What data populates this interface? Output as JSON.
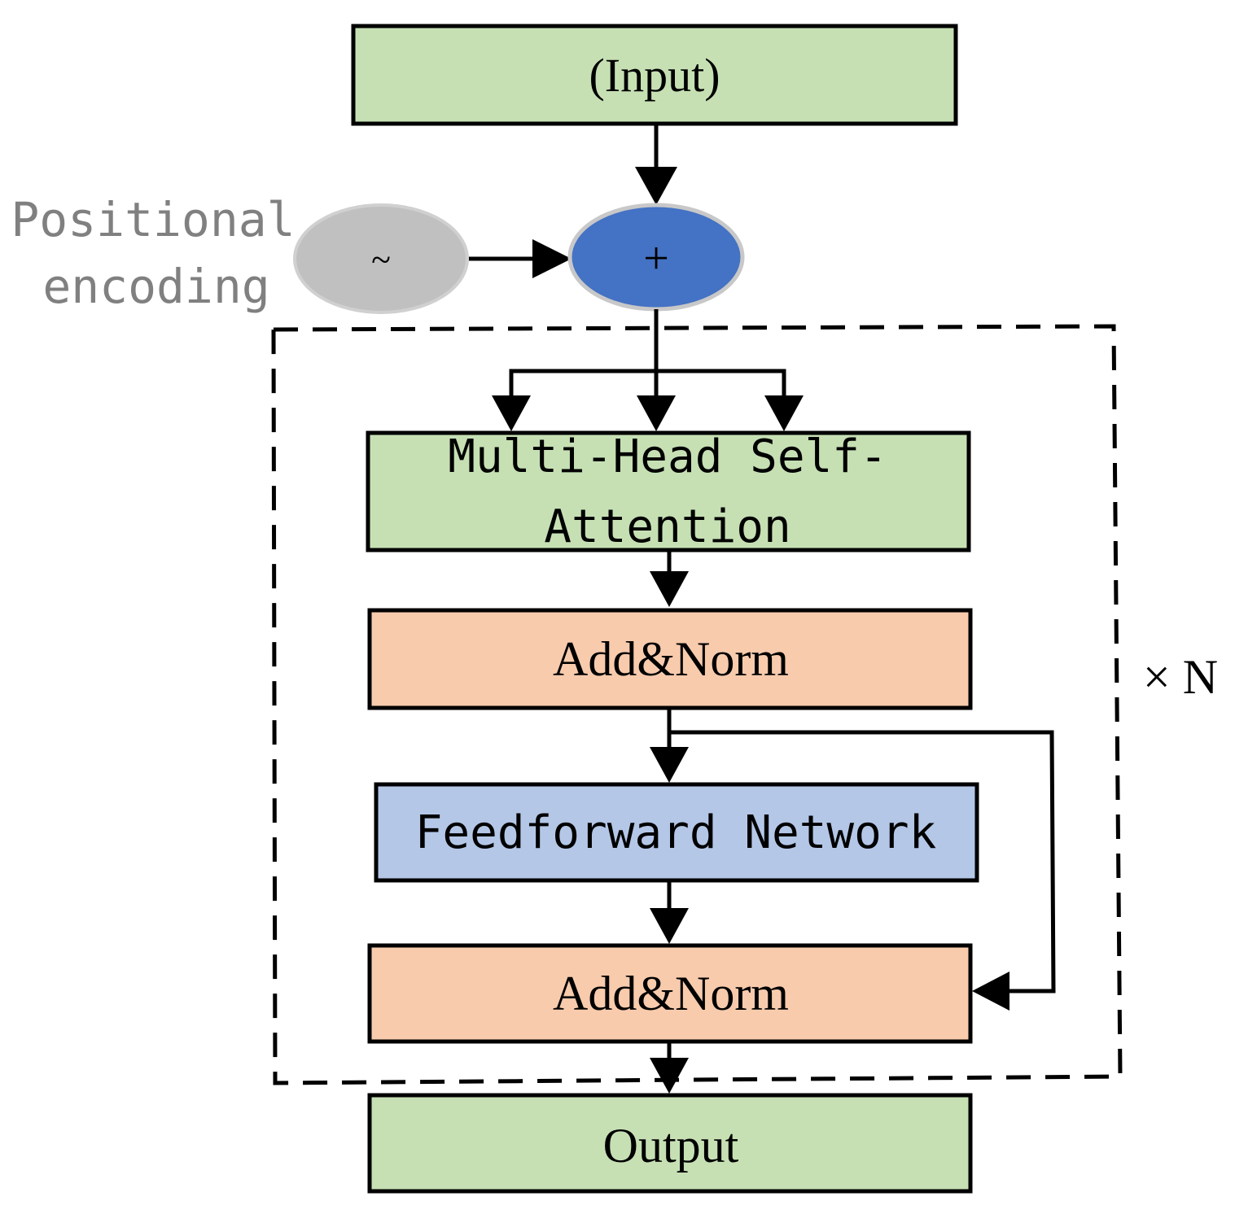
{
  "diagram": {
    "input_label": "(Input)",
    "positional_label_line1": "Positional",
    "positional_label_line2": "encoding",
    "positional_symbol": "~",
    "plus_symbol": "+",
    "mhsa_line1": "Multi-Head Self-",
    "mhsa_line2": "Attention",
    "addnorm1_label": "Add&Norm",
    "ffn_label": "Feedforward Network",
    "addnorm2_label": "Add&Norm",
    "output_label": "Output",
    "repeat_label": "× N"
  },
  "colors": {
    "green": "#c6e0b4",
    "orange": "#f8cbad",
    "blue_box": "#b4c7e7",
    "plus_node": "#4472c4",
    "positional_node": "#c0c0c0",
    "gray_text": "#808080"
  }
}
